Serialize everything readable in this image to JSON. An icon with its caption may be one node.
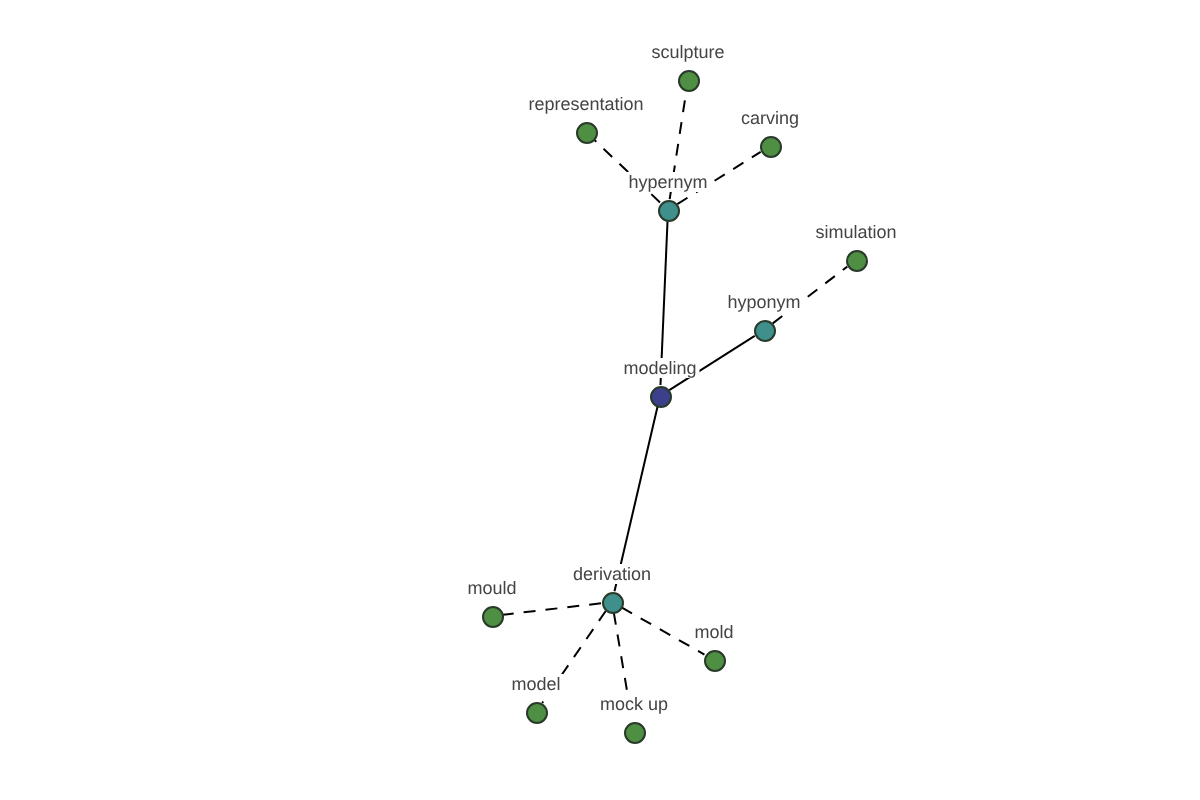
{
  "diagram": {
    "nodes": [
      {
        "text": [
          "sculpture"
        ]
      },
      {
        "text": [
          "representation"
        ]
      },
      {
        "text": [
          "carving"
        ]
      },
      {
        "text": [
          "hypernym"
        ]
      },
      {
        "text": [
          "simulation"
        ]
      },
      {
        "text": [
          "hyponym"
        ]
      },
      {
        "text": [
          "modeling"
        ]
      },
      {
        "text": [
          "derivation"
        ]
      },
      {
        "text": [
          "mould"
        ]
      },
      {
        "text": [
          "mold"
        ]
      },
      {
        "text": [
          "model"
        ]
      },
      {
        "text": [
          "mock up"
        ]
      }
    ],
    "edges": [
      {
        "from": 6,
        "to": 3,
        "arrow": "none"
      },
      {
        "from": 6,
        "to": 5,
        "arrow": "none"
      },
      {
        "from": 6,
        "to": 7,
        "arrow": "none"
      },
      {
        "from": 3,
        "to": 0,
        "arrow": "none",
        "style": "dashed"
      },
      {
        "from": 3,
        "to": 1,
        "arrow": "none",
        "style": "dashed"
      },
      {
        "from": 3,
        "to": 2,
        "arrow": "none",
        "style": "dashed"
      },
      {
        "from": 5,
        "to": 4,
        "arrow": "none",
        "style": "dashed"
      },
      {
        "from": 7,
        "to": 8,
        "arrow": "none",
        "style": "dashed"
      },
      {
        "from": 7,
        "to": 9,
        "arrow": "none",
        "style": "dashed"
      },
      {
        "from": 7,
        "to": 10,
        "arrow": "none",
        "style": "dashed"
      },
      {
        "from": 7,
        "to": 11,
        "arrow": "none",
        "style": "dashed"
      }
    ]
  }
}
